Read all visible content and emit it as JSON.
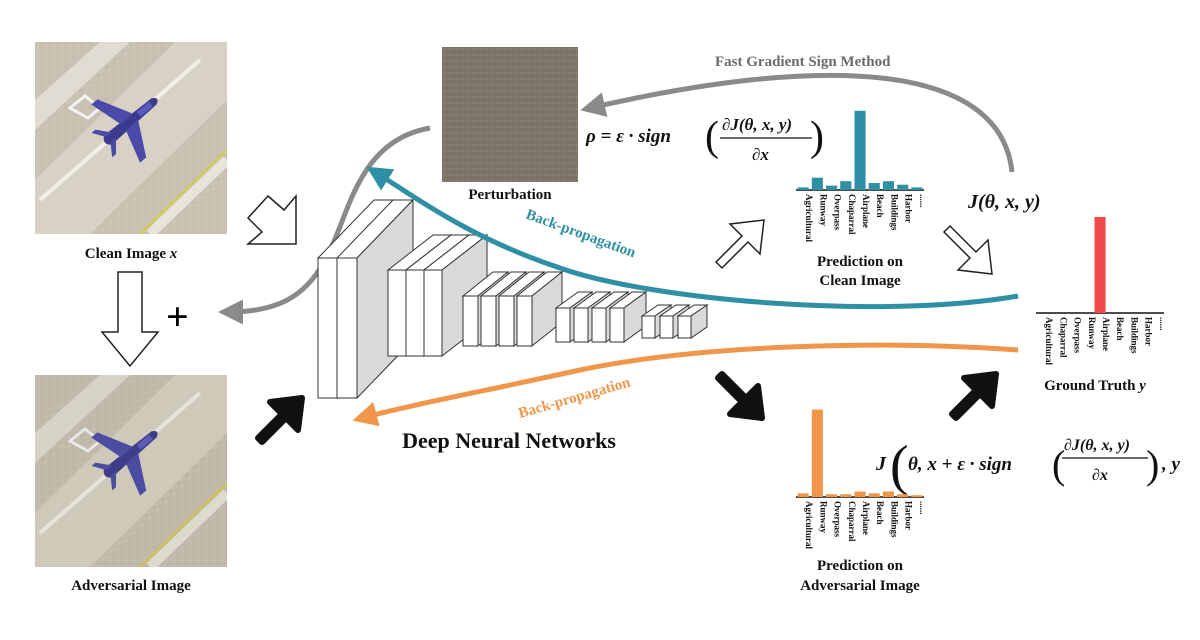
{
  "labels": {
    "clean_image": "Clean Image",
    "clean_image_var": "x",
    "adversarial_image": "Adversarial Image",
    "perturbation": "Perturbation",
    "fgsm": "Fast Gradient Sign Method",
    "backprop_top": "Back-propagation",
    "backprop_bottom": "Back-propagation",
    "dnn": "Deep Neural Networks",
    "pred_clean": [
      "Prediction on",
      "Clean Image"
    ],
    "pred_adv": [
      "Prediction on",
      "Adversarial Image"
    ],
    "ground_truth": "Ground Truth",
    "ground_truth_var": "y",
    "plus": "+"
  },
  "formulas": {
    "perturbation_lhs": "ρ = ε · sign",
    "partial_num": "∂J(θ, x, y)",
    "partial_den": "∂x",
    "loss": "J(θ, x, y)",
    "adv_loss_pre": "J",
    "adv_loss_mid": "θ, x + ε · sign",
    "adv_loss_post": ", y"
  },
  "colors": {
    "teal": "#2e8fa5",
    "orange": "#f0964a",
    "red": "#f04a4a",
    "gray": "#8a8a8a"
  },
  "chart_data": [
    {
      "type": "bar",
      "name": "clean_prediction",
      "categories": [
        "Agricultural",
        "Runway",
        "Overpass",
        "Chaparral",
        "Airplane",
        "Beach",
        "Buildings",
        "Harbor",
        "......"
      ],
      "values": [
        0.03,
        0.14,
        0.05,
        0.1,
        0.9,
        0.08,
        0.1,
        0.06,
        0.03
      ],
      "ylim": [
        0,
        1
      ]
    },
    {
      "type": "bar",
      "name": "ground_truth",
      "categories": [
        "Agricultural",
        "Chaparral",
        "Overpass",
        "Runway",
        "Airplane",
        "Beach",
        "Buildings",
        "Harbor",
        "......"
      ],
      "values": [
        0,
        0,
        0,
        0,
        1,
        0,
        0,
        0,
        0
      ],
      "ylim": [
        0,
        1
      ]
    },
    {
      "type": "bar",
      "name": "adversarial_prediction",
      "categories": [
        "Agricultural",
        "Runway",
        "Overpass",
        "Chaparral",
        "Airplane",
        "Beach",
        "Buildings",
        "Harbor",
        "......"
      ],
      "values": [
        0.04,
        0.95,
        0.03,
        0.03,
        0.06,
        0.04,
        0.06,
        0.03,
        0.02
      ],
      "ylim": [
        0,
        1
      ]
    }
  ]
}
